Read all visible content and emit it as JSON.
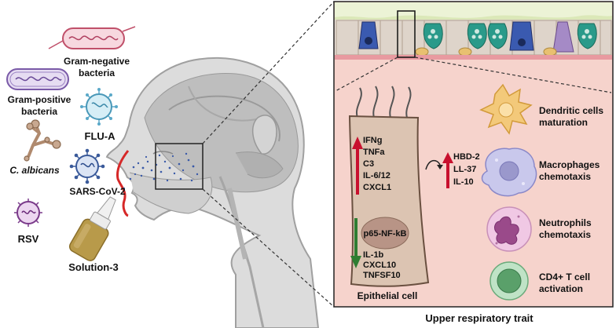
{
  "pathogens": {
    "gram_negative": "Gram-negative",
    "bacteria_1": "bacteria",
    "gram_positive": "Gram-positive",
    "bacteria_2": "bacteria",
    "flu_a": "FLU-A",
    "c_albicans": "C. albicans",
    "sars_cov_2": "SARS-CoV-2",
    "rsv": "RSV",
    "solution": "Solution-3"
  },
  "epithelial": {
    "up_markers": [
      "IFNg",
      "TNFa",
      "C3",
      "IL-6/12",
      "CXCL1"
    ],
    "nucleus_label": "p65-NF-kB",
    "down_markers": [
      "IL-1b",
      "CXCL10",
      "TNFSF10"
    ],
    "cell_label": "Epithelial cell",
    "secreted_up": [
      "HBD-2",
      "LL-37",
      "IL-10"
    ]
  },
  "immune": {
    "dendritic_1": "Dendritic cells",
    "dendritic_2": "maturation",
    "macrophage_1": "Macrophages",
    "macrophage_2": "chemotaxis",
    "neutrophil_1": "Neutrophils",
    "neutrophil_2": "chemotaxis",
    "cd4_1": "CD4+ T cell",
    "cd4_2": "activation"
  },
  "panel_caption": "Upper respiratory trait",
  "colors": {
    "up_arrow": "#c8102e",
    "down_arrow": "#2e7d32",
    "panel_bg": "#f6d3cc",
    "cell_fill": "#dcc4b2"
  }
}
